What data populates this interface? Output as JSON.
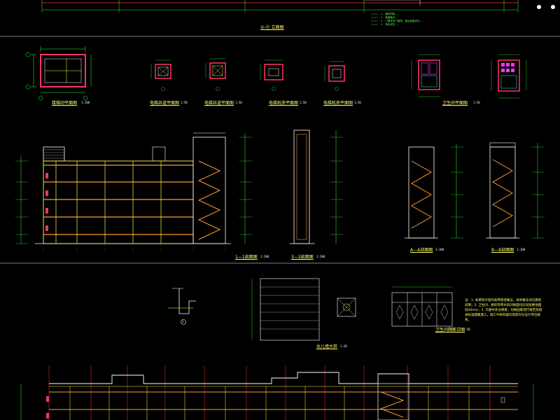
{
  "drawing": {
    "top_elevation_title": "①-⑪ 立面图",
    "top_notes": [
      "1. 墙体材料...",
      "2. 墙面做法...",
      "3. 门窗详见门窗表，窗台高度详见...",
      "4. 其余详见..."
    ],
    "plan_titles": [
      {
        "text": "楼梯间平面图",
        "scale": "1:100"
      },
      {
        "text": "电梯井道平面图",
        "scale": "1:50"
      },
      {
        "text": "电梯井道平面图",
        "scale": "1:50"
      },
      {
        "text": "电梯机房平面图",
        "scale": "1:50"
      },
      {
        "text": "电梯机房平面图",
        "scale": "1:50"
      },
      {
        "text": "卫生间平面图",
        "scale": "1:50"
      }
    ],
    "section_titles": [
      {
        "text": "1—1剖面图",
        "scale": "1:100"
      },
      {
        "text": "3—3剖面图",
        "scale": "1:100"
      },
      {
        "text": "A—A剖面图",
        "scale": "1:100"
      },
      {
        "text": "B—B剖面图",
        "scale": "1:100"
      }
    ],
    "detail_titles": [
      {
        "text": "女儿墙大样",
        "scale": "1:20"
      },
      {
        "text": "卫生间隔断详图",
        "scale": "1:50"
      }
    ],
    "detail_circle": "1",
    "right_note": "注：1. 本建筑外墙均采用保温做法，具体做法详见建筑说明；2. 卫生间、厨房等用水房间地面均比同层楼地面低20mm；3. 凡图中未注明者，均按国家现行规范及相关标准图集施工，施工中如有疑问请及时与设计单位联系。"
  },
  "colors": {
    "background": "#000000",
    "wall": "#ff3366",
    "grid_axis": "#ff3333",
    "dimension": "#33ff33",
    "structure": "#ffff33",
    "beam": "#ff9933",
    "white_lines": "#ffffff",
    "cyan_lines": "#33ffff",
    "magenta": "#ff33ff",
    "title": "#ffff66"
  }
}
